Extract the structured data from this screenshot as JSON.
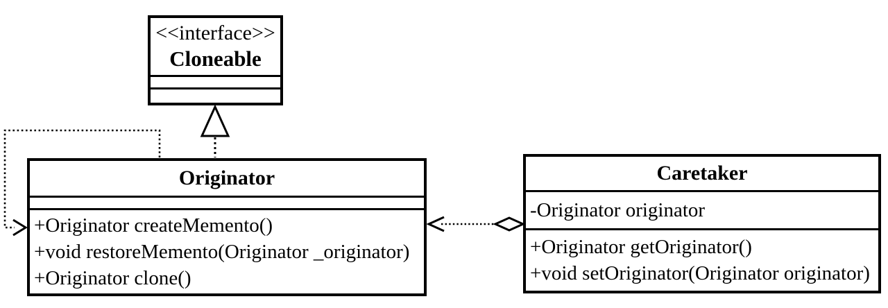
{
  "diagram": {
    "type": "uml-class-diagram",
    "background_color": "#ffffff",
    "line_color": "#000000",
    "shape_fill_color": "#ffffff",
    "classes": [
      {
        "id": "cloneable",
        "stereotype": "<<interface>>",
        "name": "Cloneable",
        "attributes": [],
        "methods": []
      },
      {
        "id": "originator",
        "stereotype": "",
        "name": "Originator",
        "attributes": [],
        "methods": [
          "+Originator createMemento()",
          "+void restoreMemento(Originator _originator)",
          "+Originator clone()"
        ]
      },
      {
        "id": "caretaker",
        "stereotype": "",
        "name": "Caretaker",
        "attributes": [
          "-Originator originator"
        ],
        "methods": [
          "+Originator getOriginator()",
          "+void setOriginator(Originator originator)"
        ]
      }
    ],
    "relationships": [
      {
        "type": "realization",
        "from": "Originator",
        "to": "Cloneable",
        "line_style": "dotted",
        "marker": "hollow-triangle"
      },
      {
        "type": "dependency",
        "from": "Originator",
        "to": "Originator",
        "line_style": "dotted",
        "marker": "open-arrowhead"
      },
      {
        "type": "aggregation",
        "from": "Caretaker",
        "to": "Originator",
        "line_style": "dotted",
        "marker_from": "hollow-diamond",
        "marker_to": "open-arrowhead"
      }
    ]
  }
}
